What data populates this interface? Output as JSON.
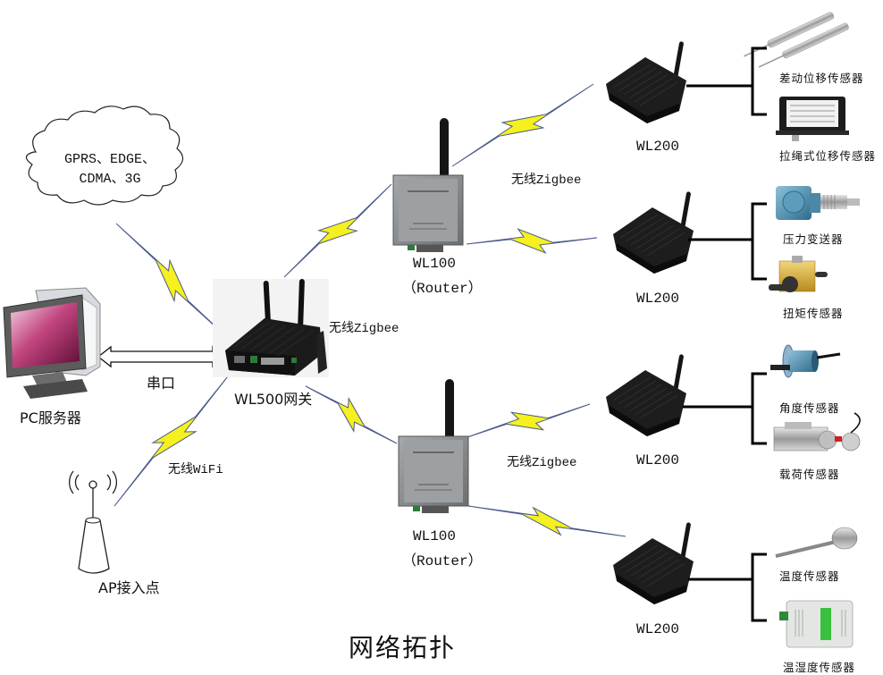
{
  "title": "网络拓扑",
  "cloud": {
    "line1": "GPRS、EDGE、",
    "line2": "CDMA、3G"
  },
  "pc": {
    "label": "PC服务器"
  },
  "serial_link": {
    "label": "串口"
  },
  "ap": {
    "label": "AP接入点"
  },
  "wifi_link": {
    "label": "无线WiFi"
  },
  "gateway": {
    "label": "WL500网关",
    "link_label": "无线Zigbee"
  },
  "routers": [
    {
      "model": "WL100",
      "role": "（Router）",
      "link_label": "无线Zigbee"
    },
    {
      "model": "WL100",
      "role": "（Router）",
      "link_label": "无线Zigbee"
    }
  ],
  "end_nodes": [
    {
      "model": "WL200",
      "sensors": [
        "差动位移传感器",
        "拉绳式位移传感器"
      ]
    },
    {
      "model": "WL200",
      "sensors": [
        "压力变送器",
        "扭矩传感器"
      ]
    },
    {
      "model": "WL200",
      "sensors": [
        "角度传感器",
        "载荷传感器"
      ]
    },
    {
      "model": "WL200",
      "sensors": [
        "温度传感器",
        "温湿度传感器"
      ]
    }
  ],
  "colors": {
    "bolt_fill": "#f5f01e",
    "bolt_stroke": "#4a5a8a",
    "device_dark": "#1b1b1b",
    "router_gray": "#8c8f92",
    "pc_screen": "#b0306a"
  }
}
